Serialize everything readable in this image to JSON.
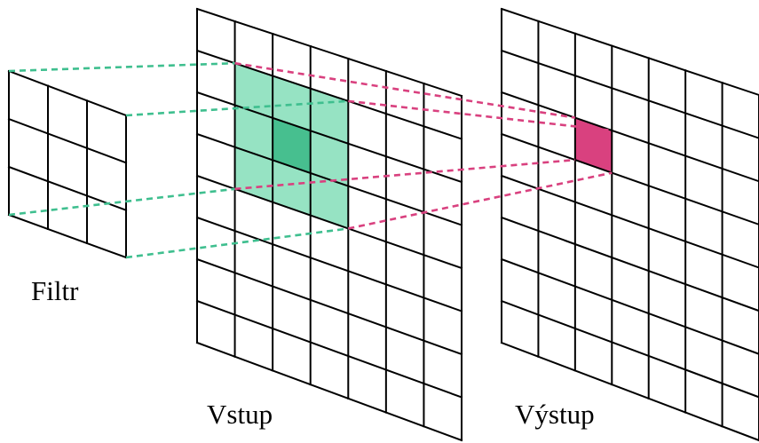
{
  "labels": {
    "filter": "Filtr",
    "input": "Vstup",
    "output": "Výstup"
  },
  "grids": {
    "filter": {
      "cols": 3,
      "rows": 3
    },
    "input": {
      "cols": 7,
      "rows": 8
    },
    "output": {
      "cols": 7,
      "rows": 8
    }
  },
  "highlight": {
    "input_region": {
      "col": 1,
      "row": 1,
      "width": 3,
      "height": 3
    },
    "input_center": {
      "col": 2,
      "row": 2
    },
    "output_cell": {
      "col": 2,
      "row": 2
    }
  },
  "colors": {
    "line": "#000000",
    "green_dashed": "#3fbf8f",
    "pink_dashed": "#d9417f",
    "region_fill": "#96e3c3",
    "center_fill": "#47bf8f",
    "output_fill": "#d9417f"
  }
}
